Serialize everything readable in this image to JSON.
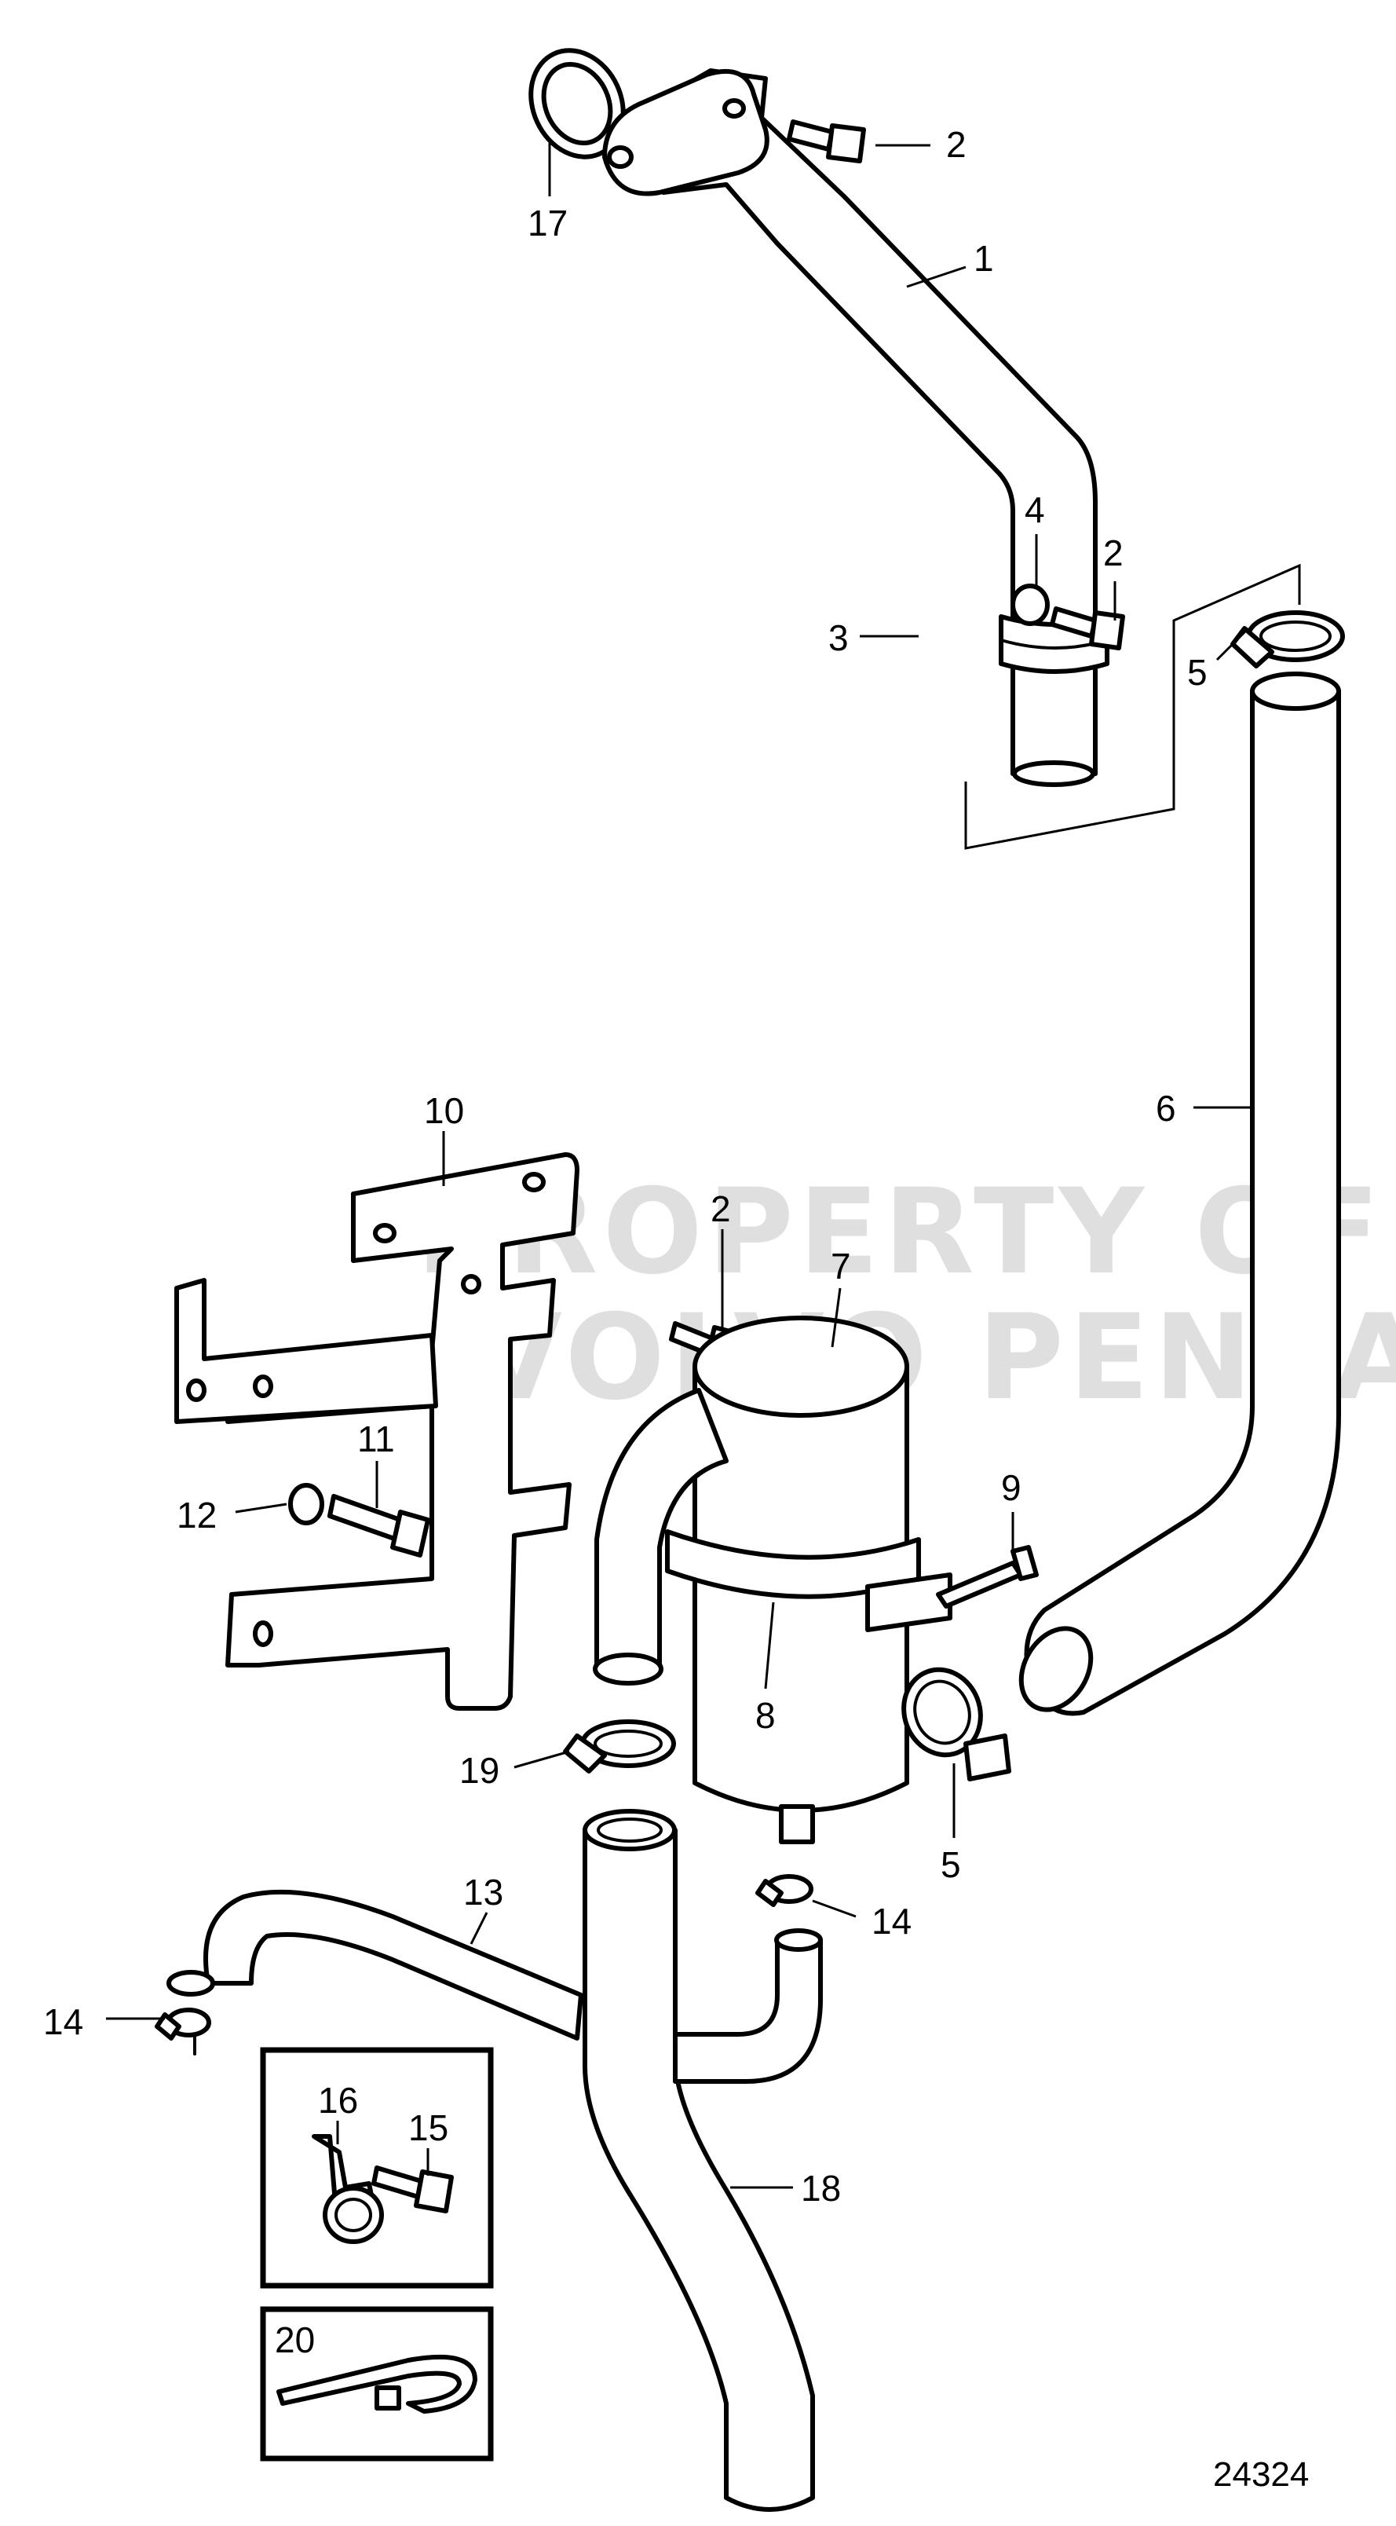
{
  "watermark": [
    "PROPERTY OF",
    "VOLVO PENTA"
  ],
  "reference_number": "24324",
  "callouts": {
    "c17": "17",
    "c2a": "2",
    "c1": "1",
    "c4": "4",
    "c2b": "2",
    "c3": "3",
    "c5a": "5",
    "c6": "6",
    "c10": "10",
    "c2c": "2",
    "c7": "7",
    "c9": "9",
    "c11": "11",
    "c12": "12",
    "c8": "8",
    "c19": "19",
    "c5b": "5",
    "c13": "13",
    "c14a": "14",
    "c14b": "14",
    "c16": "16",
    "c15": "15",
    "c18": "18",
    "c20": "20"
  }
}
